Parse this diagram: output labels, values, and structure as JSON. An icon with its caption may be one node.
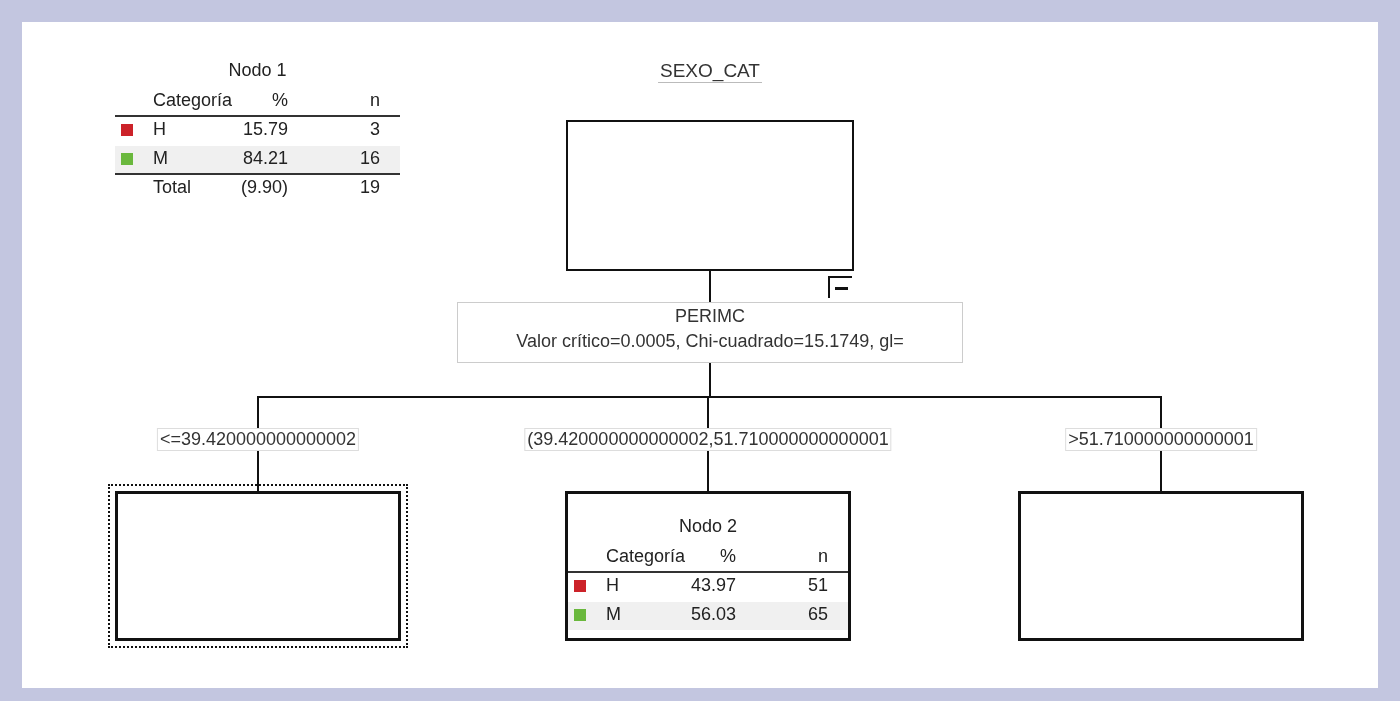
{
  "diagram": {
    "nodes": [
      {
        "text": [
          "SEXO_CAT"
        ]
      },
      {
        "text": [
          "PERIMC",
          "Valor crítico=0.0005, Chi-cuadrado=15.1749, gl="
        ]
      },
      {
        "text": [],
        "shape": "box"
      },
      {
        "text": [
          "Nodo 2",
          "Categoría",
          "%",
          "n",
          "H",
          "43.97",
          "51",
          "M",
          "56.03",
          "65"
        ]
      },
      {
        "text": [],
        "shape": "box"
      }
    ],
    "edges": [
      {
        "from": 0,
        "to": 1,
        "arrow": "none"
      },
      {
        "from": 1,
        "to": 2,
        "arrow": "none",
        "label": "<=39.420000000000002"
      },
      {
        "from": 1,
        "to": 3,
        "arrow": "none",
        "label": "(39.420000000000002,51.710000000000001"
      },
      {
        "from": 1,
        "to": 4,
        "arrow": "none",
        "label": ">51.710000000000001"
      }
    ],
    "labels": [
      "Nodo 1",
      "Categoría",
      "%",
      "n",
      "H",
      "15.79",
      "3",
      "M",
      "84.21",
      "16",
      "Total",
      "(9.90)",
      "19"
    ]
  }
}
